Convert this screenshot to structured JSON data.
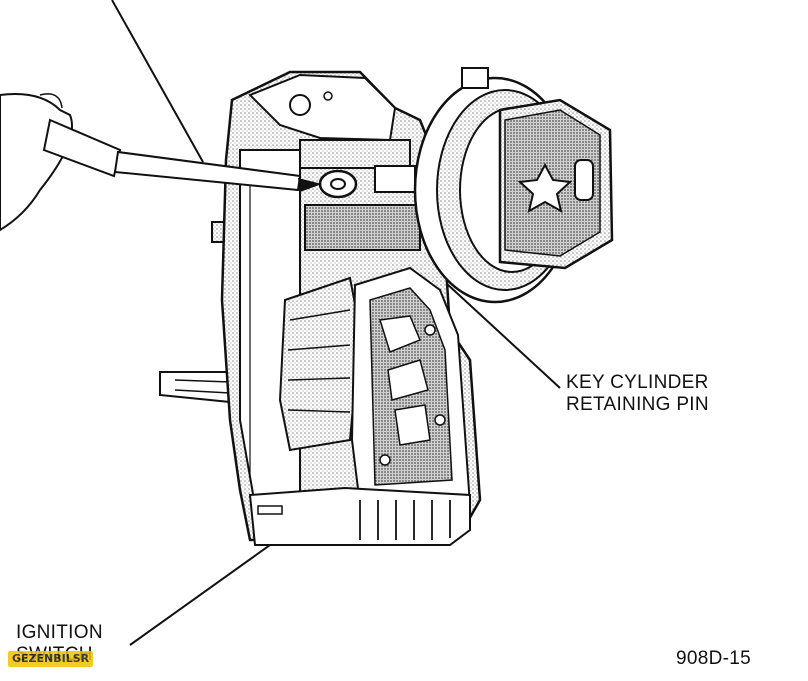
{
  "labels": {
    "key_cylinder_pin": [
      "KEY CYLINDER",
      "RETAINING PIN"
    ],
    "ignition_switch": [
      "IGNITION",
      "SWITCH"
    ],
    "figure_number": "908D-15"
  },
  "watermark": "GEZENBILSR",
  "colors": {
    "ink": "#111111",
    "shade": "#bdbdbd",
    "paper": "#ffffff",
    "watermark_bg": "#f2c200"
  },
  "icons": {
    "emblem": "pentastar-emblem-icon"
  }
}
